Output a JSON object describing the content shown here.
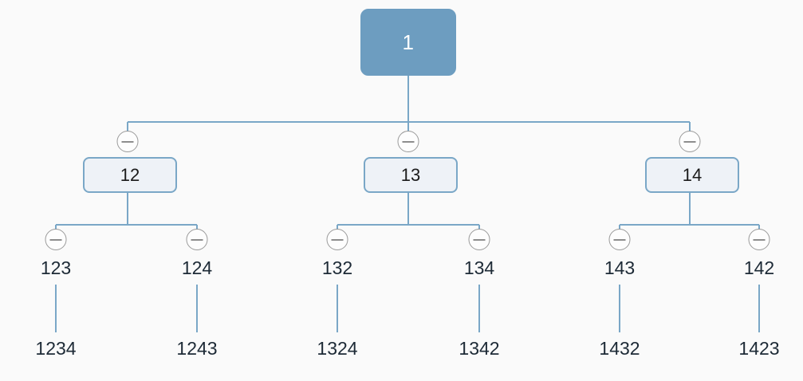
{
  "diagram": {
    "title": "permutation-tree",
    "background_color": "#fafafa",
    "edge_color": "#7aa7c7",
    "root_fill": "#6d9dc0",
    "root_text_color": "#ffffff",
    "box_fill": "#eef2f7",
    "box_border": "#7aa7c7",
    "toggle_border": "#9a9a9a",
    "toggle_fill": "#fdfdfd",
    "toggle_state": "expanded",
    "toggle_glyph": "minus"
  },
  "nodes": {
    "root": {
      "label": "1"
    },
    "level2": [
      {
        "label": "12"
      },
      {
        "label": "13"
      },
      {
        "label": "14"
      }
    ],
    "level3": [
      {
        "label": "123"
      },
      {
        "label": "124"
      },
      {
        "label": "132"
      },
      {
        "label": "134"
      },
      {
        "label": "143"
      },
      {
        "label": "142"
      }
    ],
    "level4": [
      {
        "label": "1234"
      },
      {
        "label": "1243"
      },
      {
        "label": "1324"
      },
      {
        "label": "1342"
      },
      {
        "label": "1432"
      },
      {
        "label": "1423"
      }
    ]
  }
}
